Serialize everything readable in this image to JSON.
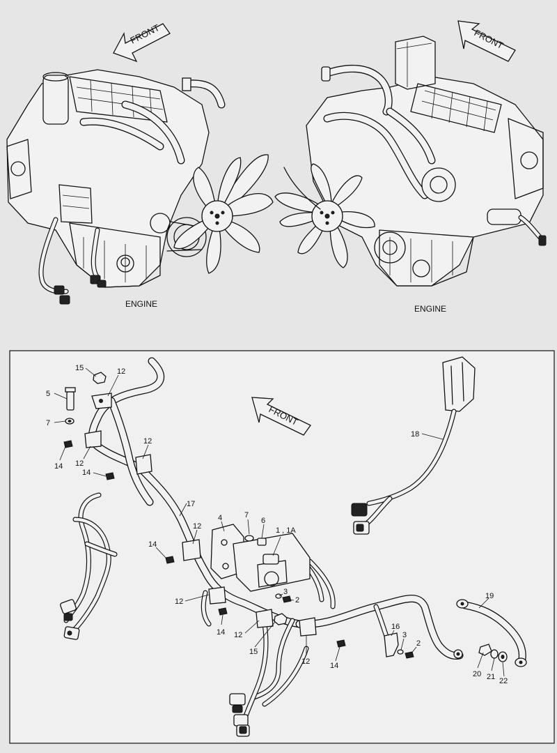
{
  "figure": {
    "front_label": "FRONT",
    "engine_caption": "ENGINE",
    "callouts": [
      {
        "id": "c15a",
        "text": "15"
      },
      {
        "id": "c12a",
        "text": "12"
      },
      {
        "id": "c5",
        "text": "5"
      },
      {
        "id": "c7a",
        "text": "7"
      },
      {
        "id": "c14a",
        "text": "14"
      },
      {
        "id": "c12b",
        "text": "12"
      },
      {
        "id": "c12c",
        "text": "12"
      },
      {
        "id": "c14b",
        "text": "14"
      },
      {
        "id": "c17",
        "text": "17"
      },
      {
        "id": "c4",
        "text": "4"
      },
      {
        "id": "c7b",
        "text": "7"
      },
      {
        "id": "c6",
        "text": "6"
      },
      {
        "id": "c1",
        "text": "1 , 1A"
      },
      {
        "id": "c12d",
        "text": "12"
      },
      {
        "id": "c14c",
        "text": "14"
      },
      {
        "id": "c3a",
        "text": "3"
      },
      {
        "id": "c2a",
        "text": "2"
      },
      {
        "id": "c12e",
        "text": "12"
      },
      {
        "id": "c14d",
        "text": "14"
      },
      {
        "id": "c12f",
        "text": "12"
      },
      {
        "id": "c15b",
        "text": "15"
      },
      {
        "id": "c12g",
        "text": "12"
      },
      {
        "id": "c14e",
        "text": "14"
      },
      {
        "id": "c16",
        "text": "16"
      },
      {
        "id": "c3b",
        "text": "3"
      },
      {
        "id": "c2b",
        "text": "2"
      },
      {
        "id": "c18",
        "text": "18"
      },
      {
        "id": "c19",
        "text": "19"
      },
      {
        "id": "c20",
        "text": "20"
      },
      {
        "id": "c21",
        "text": "21"
      },
      {
        "id": "c22",
        "text": "22"
      }
    ]
  },
  "colors": {
    "background": "#e6e6e6",
    "line": "#111111"
  }
}
